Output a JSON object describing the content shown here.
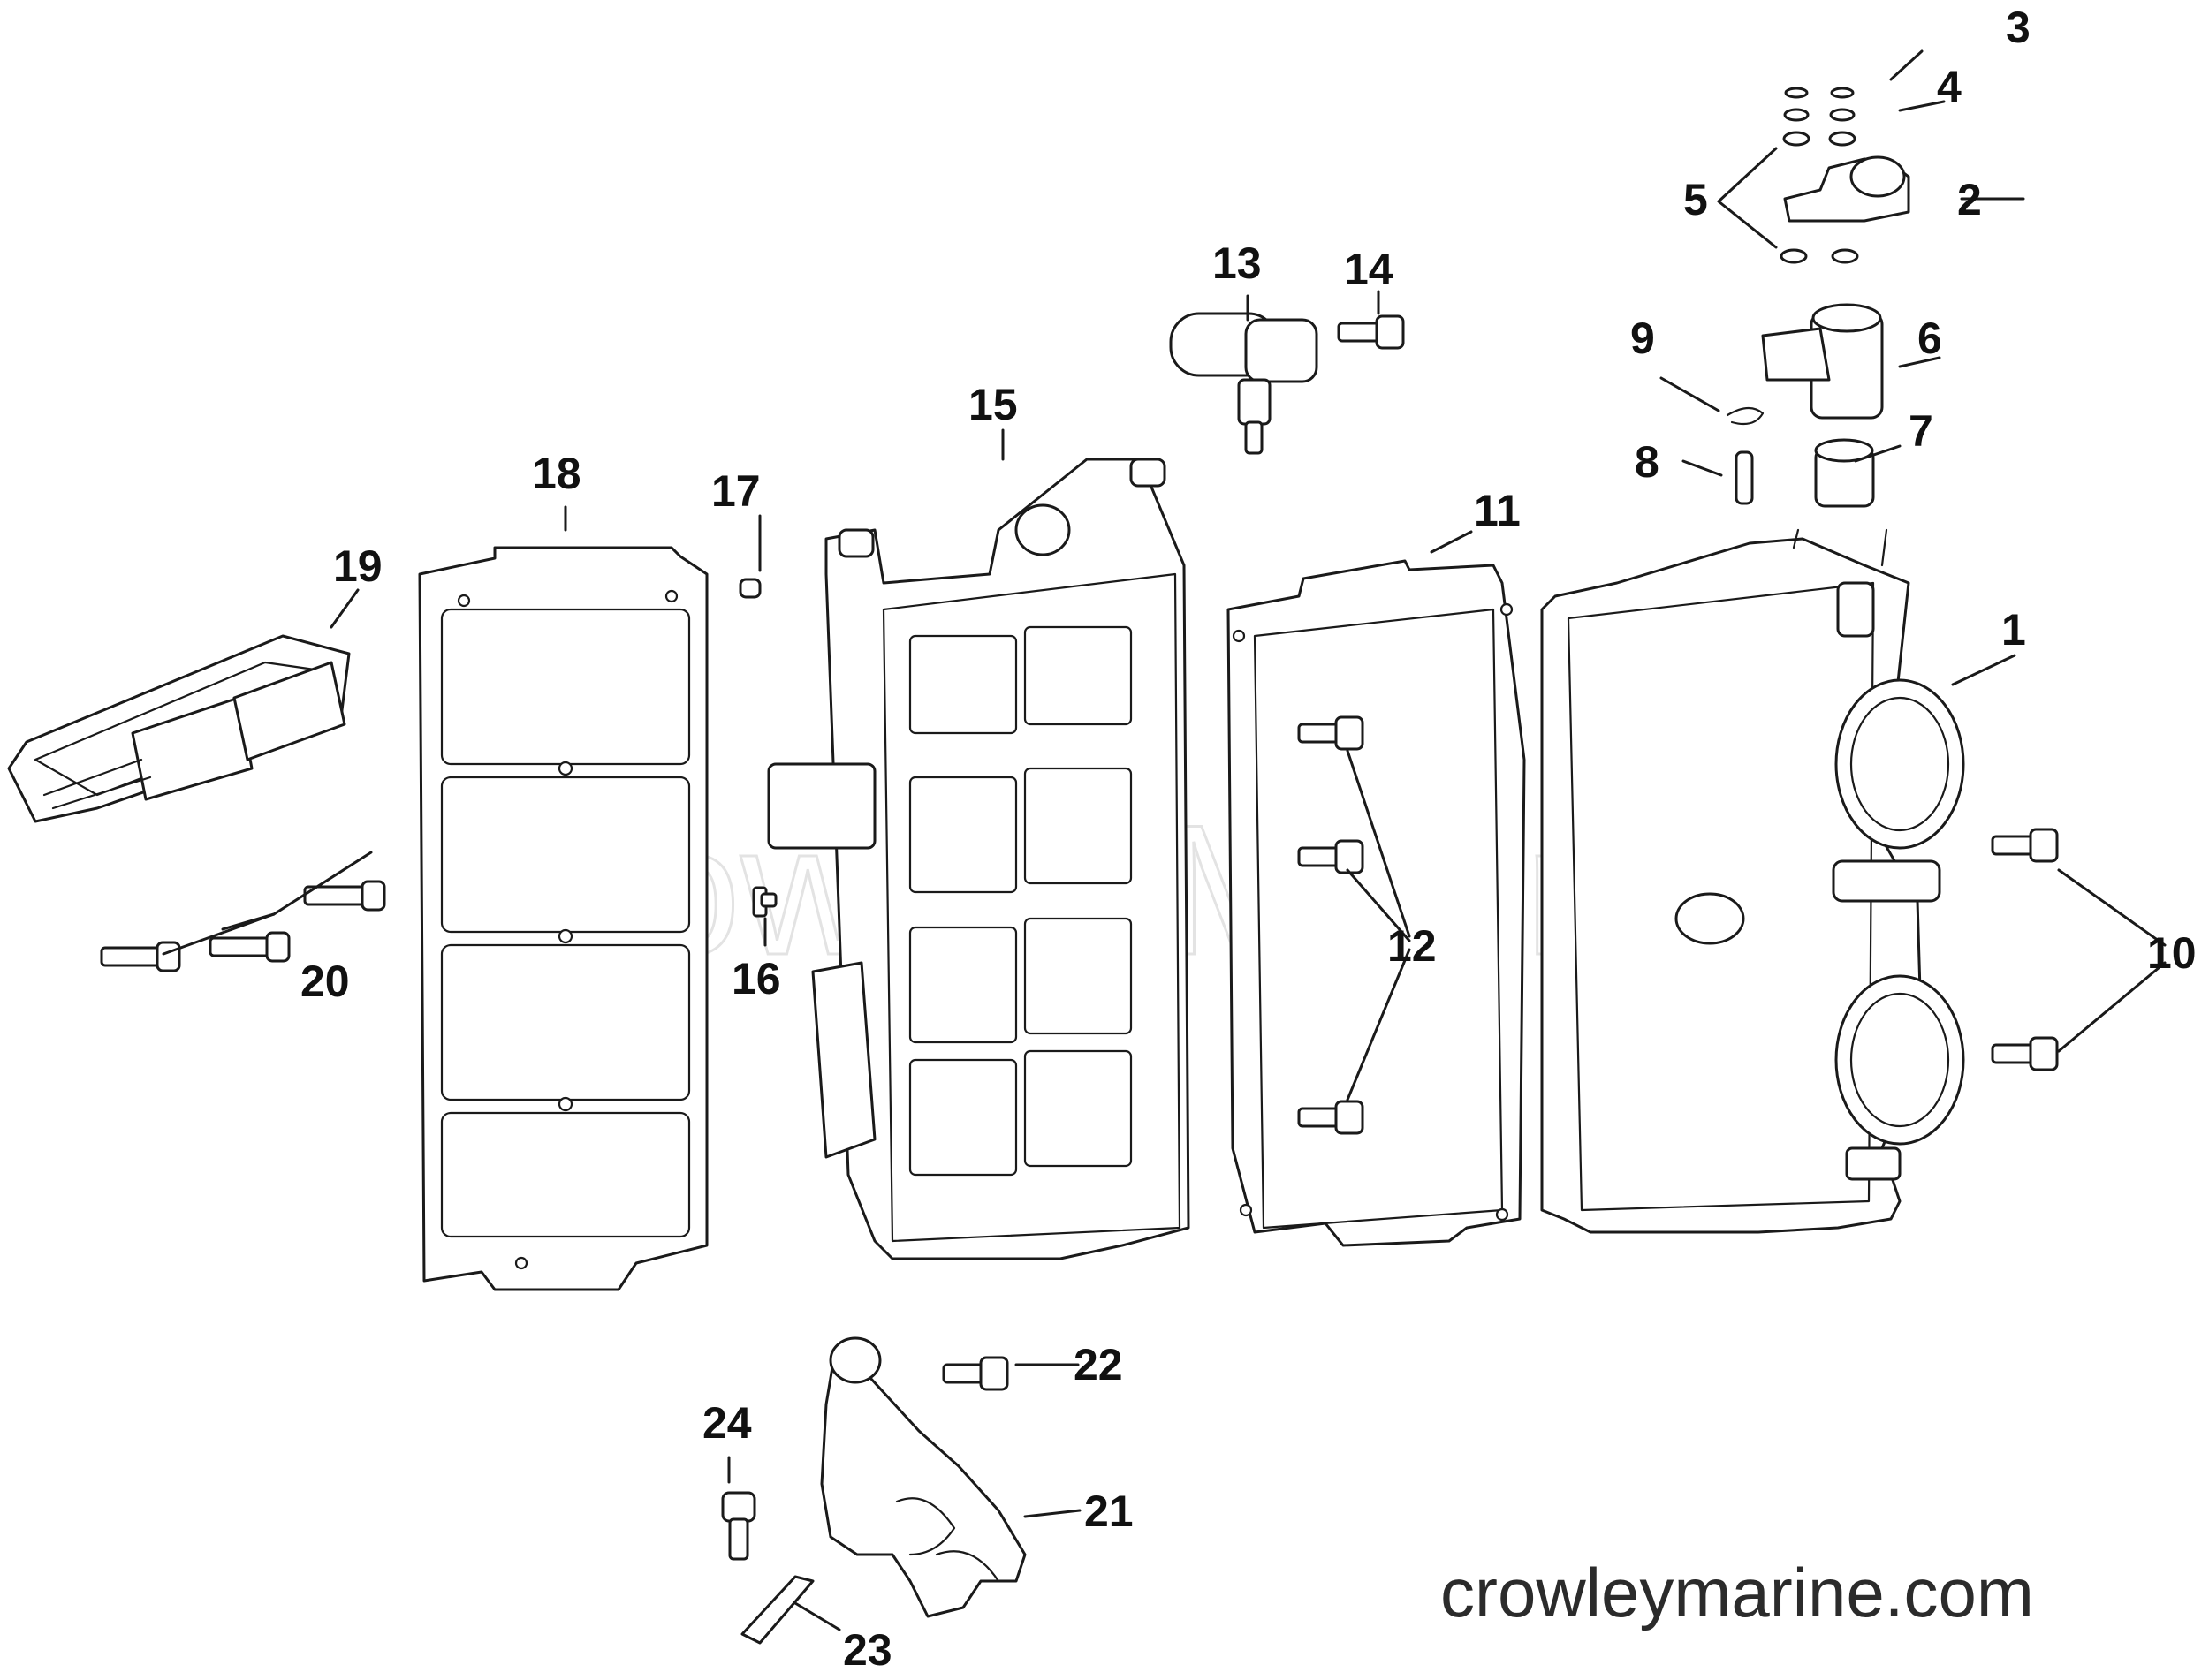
{
  "watermark": "Crowley Marine",
  "site_url": "crowleymarine.com",
  "callouts": {
    "c1": "1",
    "c2": "2",
    "c3": "3",
    "c4": "4",
    "c5": "5",
    "c6": "6",
    "c7": "7",
    "c8": "8",
    "c9": "9",
    "c10": "10",
    "c11": "11",
    "c12": "12",
    "c13": "13",
    "c14": "14",
    "c15": "15",
    "c16": "16",
    "c17": "17",
    "c18": "18",
    "c19": "19",
    "c20": "20",
    "c21": "21",
    "c22": "22",
    "c23": "23",
    "c24": "24"
  }
}
